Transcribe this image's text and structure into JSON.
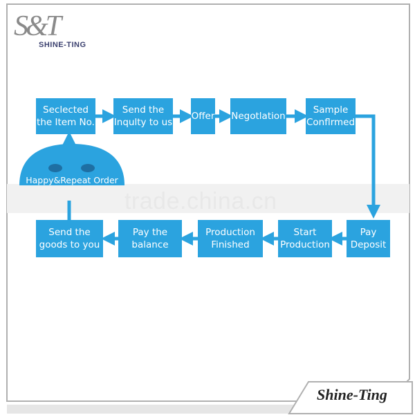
{
  "logo": {
    "monogram": "S&T",
    "name": "SHINE-TING"
  },
  "brand": "Shine-Ting",
  "watermark": "trade.china.cn",
  "colors": {
    "box": "#2ba3df",
    "arrow": "#2ba3df",
    "frame": "#9e9e9e",
    "eye": "#1e6fa3"
  },
  "steps": {
    "selected_item": "Seclected\nthe Item No.",
    "send_inquiry": "Send the\nInqulty to us",
    "offer": "Offer",
    "negotiation": "Negotlation",
    "sample_confirmed": "Sample\nConflrmed",
    "pay_deposit": "Pay\nDeposit",
    "start_production": "Start\nProduction",
    "production_finished": "Production\nFinished",
    "pay_balance": "Pay the\nbalance",
    "send_goods": "Send the\ngoods to you"
  },
  "happy_label": "Happy&Repeat Order"
}
